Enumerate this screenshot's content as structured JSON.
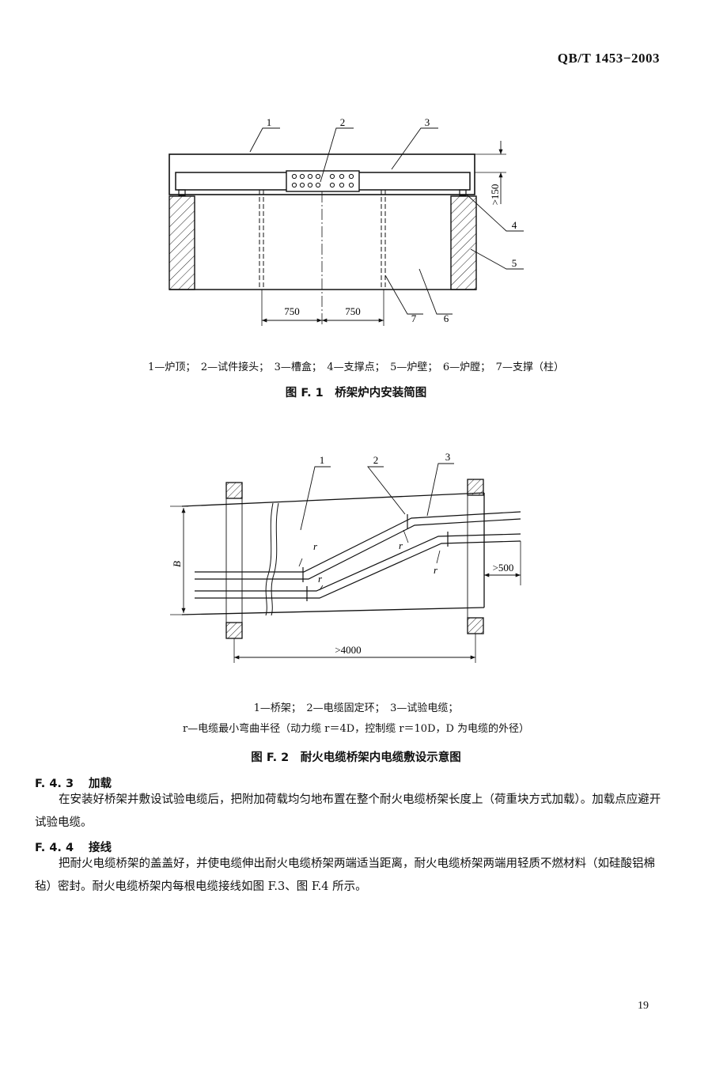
{
  "header": {
    "standard_code": "QB/T 1453−2003"
  },
  "figure1": {
    "callouts": [
      "1",
      "2",
      "3",
      "4",
      "5",
      "6",
      "7"
    ],
    "dims": {
      "span_left": "750",
      "span_right": "750",
      "clearance": ">150"
    },
    "legend": "1—炉顶；　2—试件接头；　3—槽盒；　4—支撑点；　5—炉壁；　6—炉膛；　7—支撑（柱）",
    "caption": "图 F. 1　桥架炉内安装简图"
  },
  "figure2": {
    "callouts": [
      "1",
      "2",
      "3"
    ],
    "dims": {
      "width": "B",
      "length": ">4000",
      "overhang": ">500",
      "radius": "r"
    },
    "legend_line1": "1—桥架；　2—电缆固定环；　3—试验电缆；",
    "legend_line2": "r—电缆最小弯曲半径（动力缆 r＝4D，控制缆 r＝10D，D 为电缆的外径）",
    "caption": "图 F. 2　耐火电缆桥架内电缆敷设示意图"
  },
  "sections": [
    {
      "number": "F. 4. 3",
      "title": "加载",
      "body": "在安装好桥架并敷设试验电缆后，把附加荷载均匀地布置在整个耐火电缆桥架长度上（荷重块方式加载）。加载点应避开试验电缆。"
    },
    {
      "number": "F. 4. 4",
      "title": "接线",
      "body": "把耐火电缆桥架的盖盖好，并使电缆伸出耐火电缆桥架两端适当距离，耐火电缆桥架两端用轻质不燃材料（如硅酸铝棉毡）密封。耐火电缆桥架内每根电缆接线如图 F.3、图 F.4 所示。"
    }
  ],
  "page_number": "19"
}
